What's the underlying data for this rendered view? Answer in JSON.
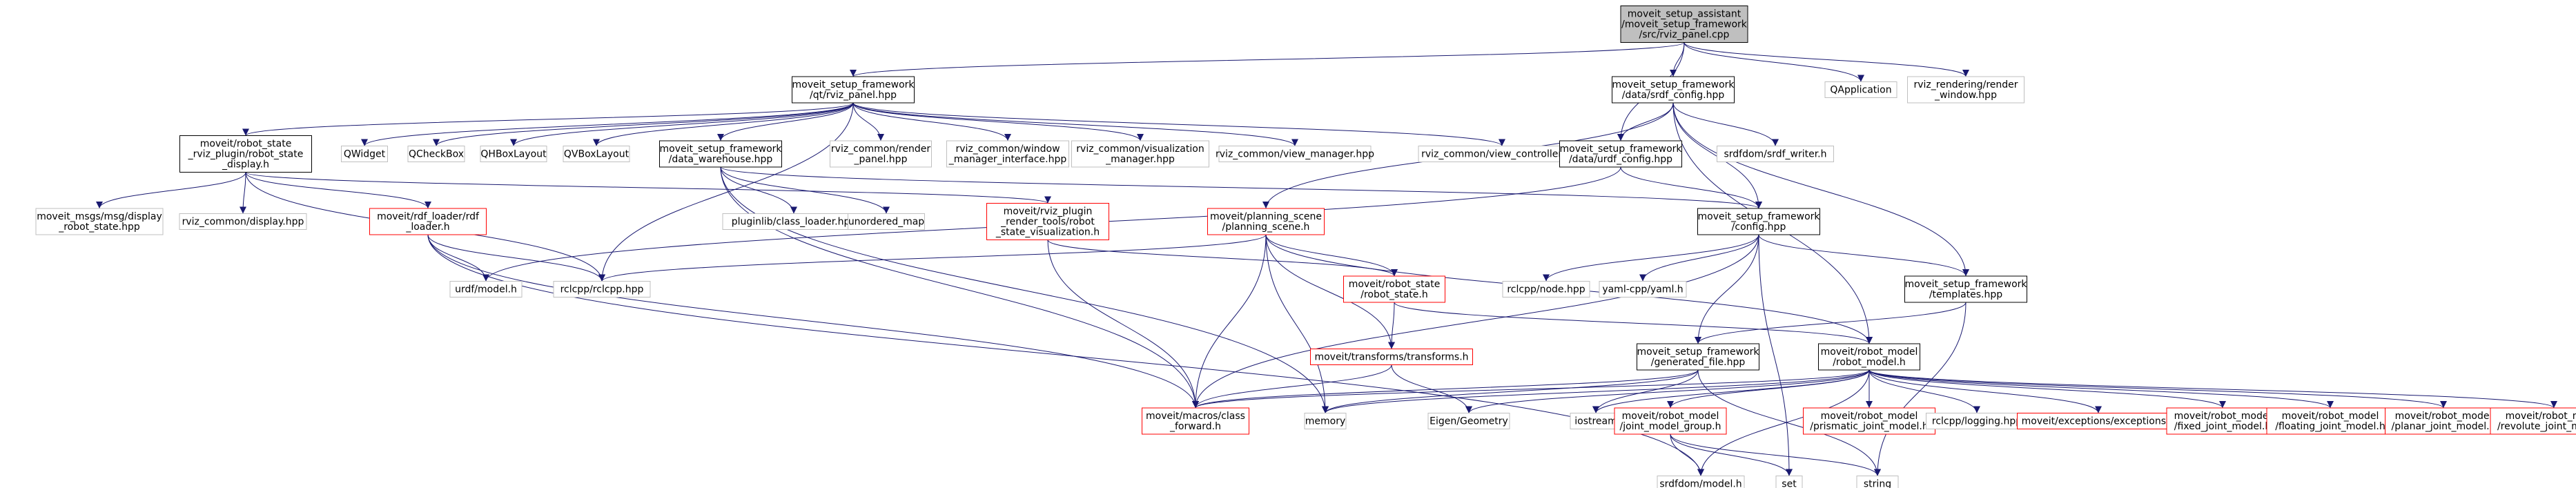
{
  "colors": {
    "edge": "#191970",
    "edge_light": "#63b8ff",
    "border_black": "#000000",
    "border_red": "#ff0000",
    "border_gray": "#bfbfbf",
    "fill_root": "#bfbfbf",
    "fill_default": "#ffffff"
  },
  "nodes": [
    {
      "id": "root",
      "lines": [
        "moveit_setup_assistant",
        "/moveit_setup_framework",
        "/src/rviz_panel.cpp"
      ],
      "style": "root"
    },
    {
      "id": "rviz_panel_hpp",
      "lines": [
        "moveit_setup_framework",
        "/qt/rviz_panel.hpp"
      ],
      "style": "black"
    },
    {
      "id": "srdf_config_hpp",
      "lines": [
        "moveit_setup_framework",
        "/data/srdf_config.hpp"
      ],
      "style": "black"
    },
    {
      "id": "qapplication",
      "lines": [
        "QApplication"
      ],
      "style": "gray"
    },
    {
      "id": "render_window",
      "lines": [
        "rviz_rendering/render",
        "_window.hpp"
      ],
      "style": "gray"
    },
    {
      "id": "robot_state_display",
      "lines": [
        "moveit/robot_state",
        "_rviz_plugin/robot_state",
        "_display.h"
      ],
      "style": "black"
    },
    {
      "id": "qwidget",
      "lines": [
        "QWidget"
      ],
      "style": "gray"
    },
    {
      "id": "qcheckbox",
      "lines": [
        "QCheckBox"
      ],
      "style": "gray"
    },
    {
      "id": "qhboxlayout",
      "lines": [
        "QHBoxLayout"
      ],
      "style": "gray"
    },
    {
      "id": "qvboxlayout",
      "lines": [
        "QVBoxLayout"
      ],
      "style": "gray"
    },
    {
      "id": "data_warehouse",
      "lines": [
        "moveit_setup_framework",
        "/data_warehouse.hpp"
      ],
      "style": "black"
    },
    {
      "id": "render_panel",
      "lines": [
        "rviz_common/render",
        "_panel.hpp"
      ],
      "style": "gray"
    },
    {
      "id": "window_manager",
      "lines": [
        "rviz_common/window",
        "_manager_interface.hpp"
      ],
      "style": "gray"
    },
    {
      "id": "visualization_manager",
      "lines": [
        "rviz_common/visualization",
        "_manager.hpp"
      ],
      "style": "gray"
    },
    {
      "id": "view_manager",
      "lines": [
        "rviz_common/view_manager.hpp"
      ],
      "style": "gray"
    },
    {
      "id": "view_controller",
      "lines": [
        "rviz_common/view_controller.hpp"
      ],
      "style": "gray"
    },
    {
      "id": "urdf_config",
      "lines": [
        "moveit_setup_framework",
        "/data/urdf_config.hpp"
      ],
      "style": "black"
    },
    {
      "id": "srdf_writer",
      "lines": [
        "srdfdom/srdf_writer.h"
      ],
      "style": "gray"
    },
    {
      "id": "display_robot_state",
      "lines": [
        "moveit_msgs/msg/display",
        "_robot_state.hpp"
      ],
      "style": "gray"
    },
    {
      "id": "display_hpp",
      "lines": [
        "rviz_common/display.hpp"
      ],
      "style": "gray"
    },
    {
      "id": "rdf_loader",
      "lines": [
        "moveit/rdf_loader/rdf",
        "_loader.h"
      ],
      "style": "red"
    },
    {
      "id": "class_loader",
      "lines": [
        "pluginlib/class_loader.hpp"
      ],
      "style": "gray"
    },
    {
      "id": "unordered_map",
      "lines": [
        "unordered_map"
      ],
      "style": "gray"
    },
    {
      "id": "robot_state_visualization",
      "lines": [
        "moveit/rviz_plugin",
        "_render_tools/robot",
        "_state_visualization.h"
      ],
      "style": "red"
    },
    {
      "id": "planning_scene",
      "lines": [
        "moveit/planning_scene",
        "/planning_scene.h"
      ],
      "style": "red"
    },
    {
      "id": "config_hpp",
      "lines": [
        "moveit_setup_framework",
        "/config.hpp"
      ],
      "style": "black"
    },
    {
      "id": "urdf_model",
      "lines": [
        "urdf/model.h"
      ],
      "style": "gray"
    },
    {
      "id": "rclcpp",
      "lines": [
        "rclcpp/rclcpp.hpp"
      ],
      "style": "gray"
    },
    {
      "id": "robot_state_h",
      "lines": [
        "moveit/robot_state",
        "/robot_state.h"
      ],
      "style": "red"
    },
    {
      "id": "rclcpp_node",
      "lines": [
        "rclcpp/node.hpp"
      ],
      "style": "gray"
    },
    {
      "id": "yaml",
      "lines": [
        "yaml-cpp/yaml.h"
      ],
      "style": "gray"
    },
    {
      "id": "templates_hpp",
      "lines": [
        "moveit_setup_framework",
        "/templates.hpp"
      ],
      "style": "black"
    },
    {
      "id": "transforms",
      "lines": [
        "moveit/transforms/transforms.h"
      ],
      "style": "red"
    },
    {
      "id": "generated_file",
      "lines": [
        "moveit_setup_framework",
        "/generated_file.hpp"
      ],
      "style": "black"
    },
    {
      "id": "robot_model_h",
      "lines": [
        "moveit/robot_model",
        "/robot_model.h"
      ],
      "style": "black"
    },
    {
      "id": "class_forward",
      "lines": [
        "moveit/macros/class",
        "_forward.h"
      ],
      "style": "red"
    },
    {
      "id": "memory",
      "lines": [
        "memory"
      ],
      "style": "gray"
    },
    {
      "id": "eigen",
      "lines": [
        "Eigen/Geometry"
      ],
      "style": "gray"
    },
    {
      "id": "iostream",
      "lines": [
        "iostream"
      ],
      "style": "gray"
    },
    {
      "id": "joint_model_group",
      "lines": [
        "moveit/robot_model",
        "/joint_model_group.h"
      ],
      "style": "red"
    },
    {
      "id": "prismatic",
      "lines": [
        "moveit/robot_model",
        "/prismatic_joint_model.h"
      ],
      "style": "red"
    },
    {
      "id": "logging",
      "lines": [
        "rclcpp/logging.hpp"
      ],
      "style": "gray"
    },
    {
      "id": "exceptions",
      "lines": [
        "moveit/exceptions/exceptions.h"
      ],
      "style": "red"
    },
    {
      "id": "fixed_joint",
      "lines": [
        "moveit/robot_model",
        "/fixed_joint_model.h"
      ],
      "style": "red"
    },
    {
      "id": "floating_joint",
      "lines": [
        "moveit/robot_model",
        "/floating_joint_model.h"
      ],
      "style": "red"
    },
    {
      "id": "planar_joint",
      "lines": [
        "moveit/robot_model",
        "/planar_joint_model.h"
      ],
      "style": "red"
    },
    {
      "id": "revolute_joint",
      "lines": [
        "moveit/robot_model",
        "/revolute_joint_model.h"
      ],
      "style": "red"
    },
    {
      "id": "srdfdom_model",
      "lines": [
        "srdfdom/model.h"
      ],
      "style": "gray"
    },
    {
      "id": "set",
      "lines": [
        "set"
      ],
      "style": "gray"
    },
    {
      "id": "string",
      "lines": [
        "string"
      ],
      "style": "gray"
    }
  ],
  "edges": [
    [
      "root",
      "rviz_panel_hpp"
    ],
    [
      "root",
      "srdf_config_hpp"
    ],
    [
      "root",
      "qapplication"
    ],
    [
      "root",
      "render_window"
    ],
    [
      "root",
      "urdf_config"
    ],
    [
      "rviz_panel_hpp",
      "robot_state_display"
    ],
    [
      "rviz_panel_hpp",
      "qwidget"
    ],
    [
      "rviz_panel_hpp",
      "qcheckbox"
    ],
    [
      "rviz_panel_hpp",
      "qhboxlayout"
    ],
    [
      "rviz_panel_hpp",
      "qvboxlayout"
    ],
    [
      "rviz_panel_hpp",
      "data_warehouse"
    ],
    [
      "rviz_panel_hpp",
      "render_panel"
    ],
    [
      "rviz_panel_hpp",
      "window_manager"
    ],
    [
      "rviz_panel_hpp",
      "visualization_manager"
    ],
    [
      "rviz_panel_hpp",
      "view_manager"
    ],
    [
      "rviz_panel_hpp",
      "view_controller"
    ],
    [
      "rviz_panel_hpp",
      "rclcpp"
    ],
    [
      "srdf_config_hpp",
      "urdf_config"
    ],
    [
      "srdf_config_hpp",
      "config_hpp"
    ],
    [
      "srdf_config_hpp",
      "srdf_writer"
    ],
    [
      "srdf_config_hpp",
      "templates_hpp"
    ],
    [
      "srdf_config_hpp",
      "robot_model_h"
    ],
    [
      "srdf_config_hpp",
      "planning_scene"
    ],
    [
      "urdf_config",
      "config_hpp"
    ],
    [
      "urdf_config",
      "urdf_model"
    ],
    [
      "robot_state_display",
      "display_robot_state"
    ],
    [
      "robot_state_display",
      "display_hpp"
    ],
    [
      "robot_state_display",
      "rdf_loader"
    ],
    [
      "robot_state_display",
      "robot_state_visualization"
    ],
    [
      "robot_state_display",
      "rclcpp"
    ],
    [
      "data_warehouse",
      "class_loader"
    ],
    [
      "data_warehouse",
      "unordered_map"
    ],
    [
      "data_warehouse",
      "config_hpp"
    ],
    [
      "data_warehouse",
      "class_forward"
    ],
    [
      "data_warehouse",
      "memory"
    ],
    [
      "rdf_loader",
      "urdf_model"
    ],
    [
      "rdf_loader",
      "rclcpp"
    ],
    [
      "rdf_loader",
      "class_forward"
    ],
    [
      "rdf_loader",
      "srdfdom_model"
    ],
    [
      "robot_state_visualization",
      "robot_state_h"
    ],
    [
      "robot_state_visualization",
      "class_forward"
    ],
    [
      "planning_scene",
      "robot_state_h"
    ],
    [
      "planning_scene",
      "transforms"
    ],
    [
      "planning_scene",
      "class_forward"
    ],
    [
      "planning_scene",
      "memory"
    ],
    [
      "planning_scene",
      "rclcpp"
    ],
    [
      "planning_scene",
      "robot_model_h"
    ],
    [
      "config_hpp",
      "rclcpp_node"
    ],
    [
      "config_hpp",
      "yaml"
    ],
    [
      "config_hpp",
      "templates_hpp"
    ],
    [
      "config_hpp",
      "class_forward"
    ],
    [
      "config_hpp",
      "generated_file"
    ],
    [
      "config_hpp",
      "set"
    ],
    [
      "robot_state_h",
      "transforms"
    ],
    [
      "robot_state_h",
      "robot_model_h"
    ],
    [
      "templates_hpp",
      "generated_file"
    ],
    [
      "templates_hpp",
      "string"
    ],
    [
      "transforms",
      "eigen"
    ],
    [
      "transforms",
      "class_forward"
    ],
    [
      "generated_file",
      "class_forward"
    ],
    [
      "generated_file",
      "iostream"
    ],
    [
      "generated_file",
      "string"
    ],
    [
      "generated_file",
      "memory"
    ],
    [
      "robot_model_h",
      "class_forward"
    ],
    [
      "robot_model_h",
      "memory"
    ],
    [
      "robot_model_h",
      "eigen"
    ],
    [
      "robot_model_h",
      "iostream"
    ],
    [
      "robot_model_h",
      "joint_model_group"
    ],
    [
      "robot_model_h",
      "prismatic"
    ],
    [
      "robot_model_h",
      "logging"
    ],
    [
      "robot_model_h",
      "exceptions"
    ],
    [
      "robot_model_h",
      "fixed_joint"
    ],
    [
      "robot_model_h",
      "floating_joint"
    ],
    [
      "robot_model_h",
      "planar_joint"
    ],
    [
      "robot_model_h",
      "revolute_joint"
    ],
    [
      "robot_model_h",
      "srdfdom_model"
    ],
    [
      "joint_model_group",
      "srdfdom_model"
    ],
    [
      "joint_model_group",
      "set"
    ],
    [
      "joint_model_group",
      "string"
    ]
  ]
}
